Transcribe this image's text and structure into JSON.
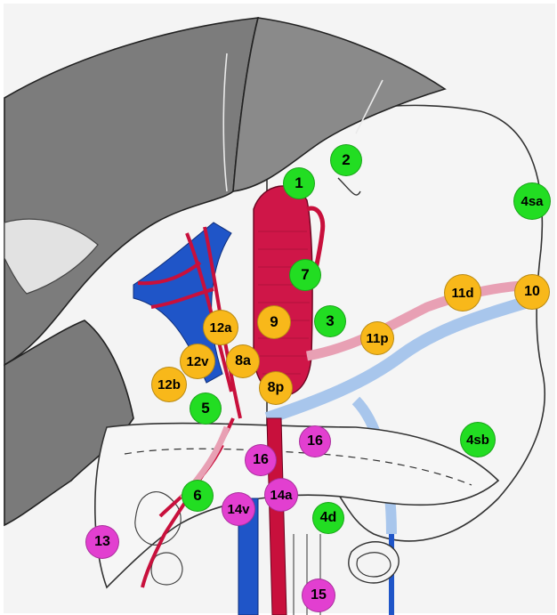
{
  "colors": {
    "green": "#22dd22",
    "yellow": "#f8b81a",
    "magenta": "#e23fd0",
    "liver": "#7a7a7a",
    "artery": "#c8103c",
    "portal_vein": "#1f55c8",
    "light_vein": "#a8c6ec",
    "light_artery": "#e8a0b4",
    "paper": "#f3f3f3"
  },
  "stations": [
    {
      "label": "1",
      "group": "green"
    },
    {
      "label": "2",
      "group": "green"
    },
    {
      "label": "3",
      "group": "green"
    },
    {
      "label": "4sa",
      "group": "green"
    },
    {
      "label": "4sb",
      "group": "green"
    },
    {
      "label": "4d",
      "group": "green"
    },
    {
      "label": "5",
      "group": "green"
    },
    {
      "label": "6",
      "group": "green"
    },
    {
      "label": "7",
      "group": "green"
    },
    {
      "label": "8a",
      "group": "yellow"
    },
    {
      "label": "8p",
      "group": "yellow"
    },
    {
      "label": "9",
      "group": "yellow"
    },
    {
      "label": "10",
      "group": "yellow"
    },
    {
      "label": "11d",
      "group": "yellow"
    },
    {
      "label": "11p",
      "group": "yellow"
    },
    {
      "label": "12a",
      "group": "yellow"
    },
    {
      "label": "12b",
      "group": "yellow"
    },
    {
      "label": "12v",
      "group": "yellow"
    },
    {
      "label": "13",
      "group": "magenta"
    },
    {
      "label": "14a",
      "group": "magenta"
    },
    {
      "label": "14v",
      "group": "magenta"
    },
    {
      "label": "15",
      "group": "magenta"
    },
    {
      "label": "16",
      "group": "magenta"
    },
    {
      "label": "16",
      "group": "magenta"
    }
  ]
}
